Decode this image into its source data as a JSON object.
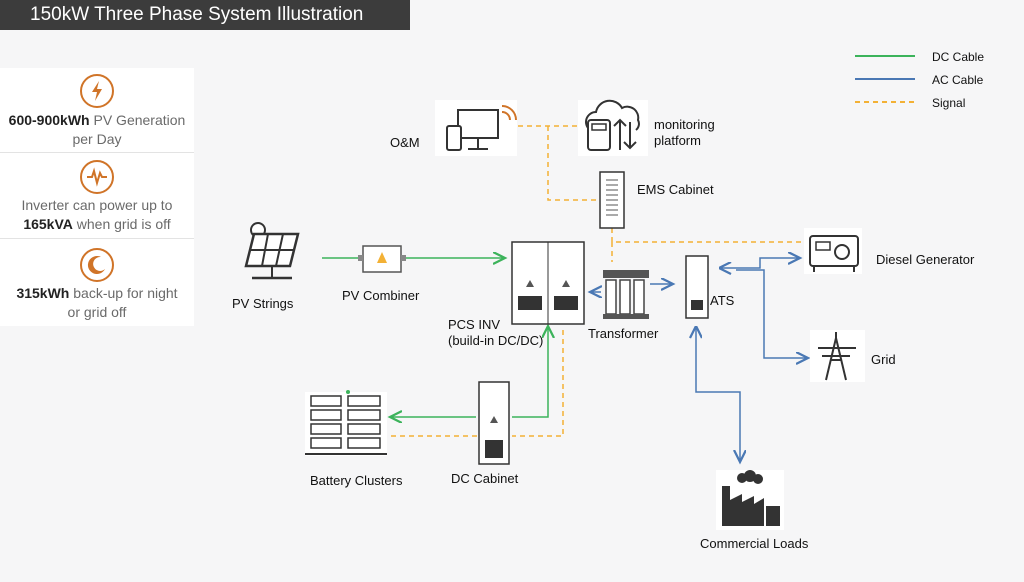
{
  "title": "150kW Three Phase System Illustration",
  "stats": [
    {
      "icon": "lightning-icon",
      "bold": "600-900kWh",
      "rest": " PV Generation",
      "line2": "per Day"
    },
    {
      "icon": "waveform-icon",
      "line1": "Inverter can power up to",
      "bold": "165kVA",
      "rest": " when grid is off"
    },
    {
      "icon": "moon-icon",
      "bold": "315kWh",
      "rest": " back-up for night",
      "line2": "or grid off"
    }
  ],
  "legend": [
    {
      "label": "DC Cable",
      "color": "#3cb35b",
      "style": "solid"
    },
    {
      "label": "AC Cable",
      "color": "#4a78b4",
      "style": "solid"
    },
    {
      "label": "Signal",
      "color": "#f3b135",
      "style": "dashed"
    }
  ],
  "nodes": {
    "om": "O&M",
    "monitoring_1": "monitoring",
    "monitoring_2": "platform",
    "ems": "EMS Cabinet",
    "pv_strings": "PV Strings",
    "pv_combiner": "PV Combiner",
    "pcs_1": "PCS INV",
    "pcs_2": "(build-in DC/DC)",
    "transformer": "Transformer",
    "ats": "ATS",
    "diesel": "Diesel Generator",
    "grid": "Grid",
    "battery": "Battery Clusters",
    "dc_cabinet": "DC Cabinet",
    "commercial": "Commercial Loads"
  },
  "colors": {
    "dc": "#3cb35b",
    "ac": "#4a78b4",
    "signal": "#f3b135",
    "accent": "#d07428"
  }
}
